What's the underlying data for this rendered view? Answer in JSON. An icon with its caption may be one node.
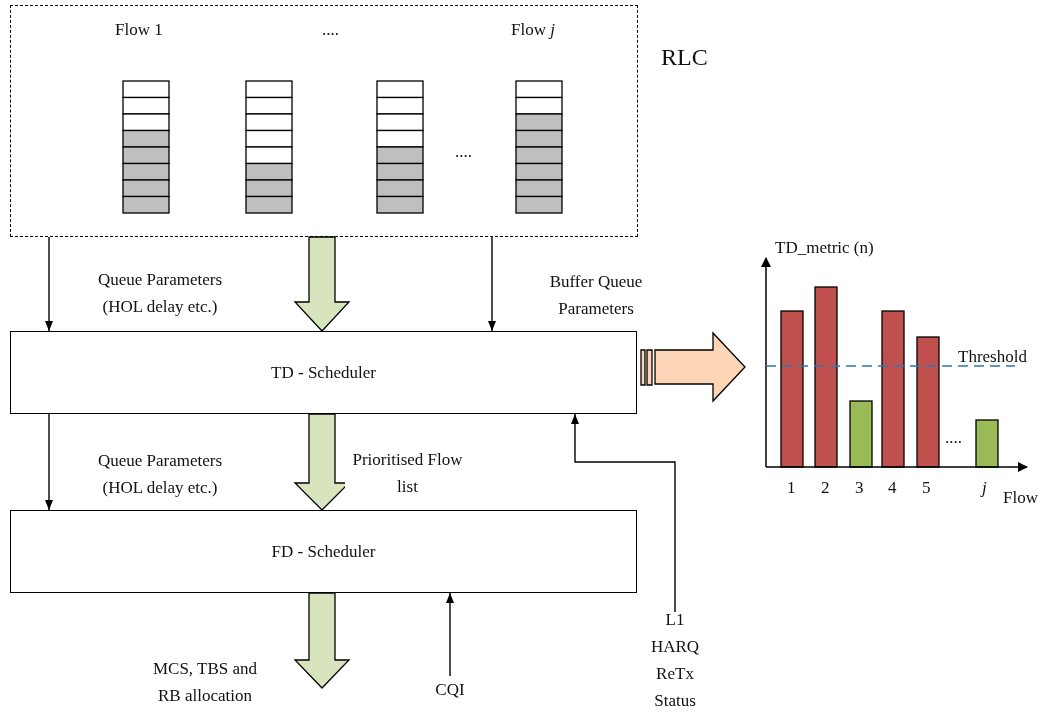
{
  "diagram": {
    "nodes": [
      {
        "text": [
          "RLC"
        ]
      },
      {
        "text": [
          "TD - Scheduler"
        ]
      },
      {
        "text": [
          "FD - Scheduler"
        ]
      },
      {
        "text": [
          "CQI"
        ]
      },
      {
        "text": [
          "L1 HARQ ReTx Status"
        ]
      },
      {
        "text": [],
        "shape": "picture"
      }
    ],
    "edges": [
      {
        "from": 0,
        "to": 1,
        "arrow": "to",
        "label": "Queue Parameters (HOL delay etc.)"
      },
      {
        "from": 0,
        "to": 1,
        "arrow": "to",
        "style": "thick",
        "color": "#d7e4bd"
      },
      {
        "from": 0,
        "to": 1,
        "arrow": "to",
        "label": "Buffer Queue Parameters"
      },
      {
        "from": 1,
        "to": 2,
        "arrow": "to",
        "label": "Queue Parameters (HOL delay etc.)"
      },
      {
        "from": 1,
        "to": 2,
        "arrow": "to",
        "style": "thick",
        "color": "#d7e4bd",
        "label": "Prioritised Flow list"
      },
      {
        "from": 2,
        "to": null,
        "arrow": "to",
        "style": "thick",
        "color": "#d7e4bd",
        "label": "MCS, TBS and RB allocation"
      },
      {
        "from": 3,
        "to": 2,
        "arrow": "to"
      },
      {
        "from": 4,
        "to": 1,
        "arrow": "to"
      },
      {
        "from": 1,
        "to": 5,
        "arrow": "to",
        "style": "thick",
        "color": "#fbd5b5"
      }
    ],
    "labels": [
      "Flow 1",
      "....",
      "Flow *j*",
      "....",
      "TD_metric (n)",
      "Threshold",
      "1",
      "2",
      "3",
      "4",
      "5",
      "....",
      "j",
      "Flow"
    ]
  }
}
